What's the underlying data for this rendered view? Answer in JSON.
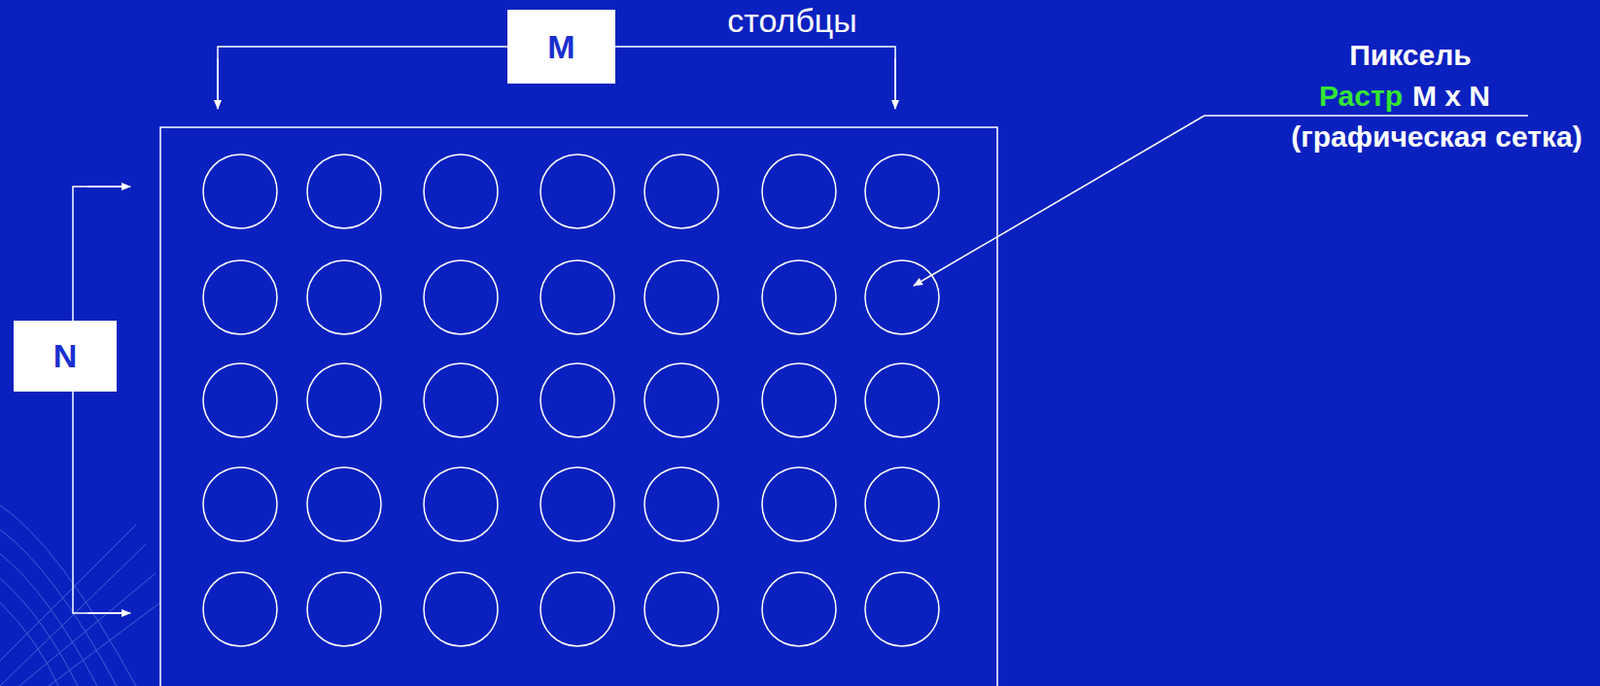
{
  "diagram": {
    "nodes": [
      {
        "text": [
          "M"
        ]
      },
      {
        "text": [
          "N"
        ]
      }
    ],
    "labels": [
      "столбцы",
      "Пиксель",
      "Растр",
      "M x N",
      "(графическая сетка)"
    ]
  }
}
